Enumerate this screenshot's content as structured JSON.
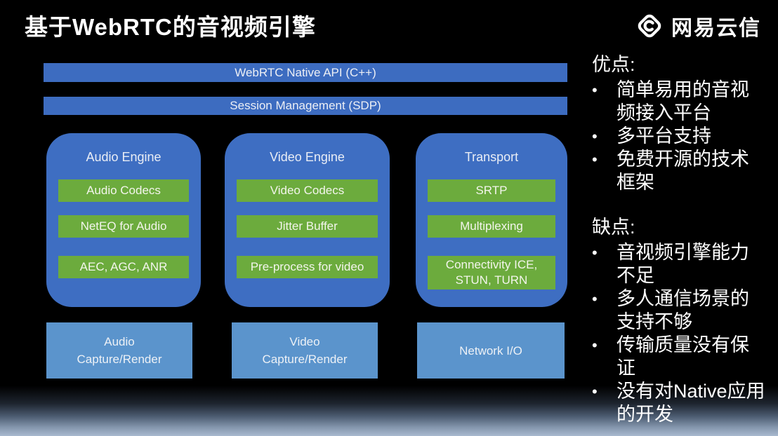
{
  "title": "基于WebRTC的音视频引擎",
  "logo": {
    "text": "网易云信",
    "icon": "netease-yunxin-logo-icon"
  },
  "bullet_char": "•",
  "diagram": {
    "top_bars": [
      {
        "label": "WebRTC Native API (C++)"
      },
      {
        "label": "Session Management (SDP)"
      }
    ],
    "engines": [
      {
        "title": "Audio Engine",
        "modules": [
          "Audio Codecs",
          "NetEQ for Audio",
          "AEC, AGC, ANR"
        ]
      },
      {
        "title": "Video Engine",
        "modules": [
          "Video Codecs",
          "Jitter Buffer",
          "Pre-process for video"
        ]
      },
      {
        "title": "Transport",
        "modules": [
          "SRTP",
          "Multiplexing",
          "Connectivity ICE, STUN, TURN"
        ]
      }
    ],
    "bottom_boxes": [
      "Audio Capture/Render",
      "Video Capture/Render",
      "Network I/O"
    ]
  },
  "pros": {
    "heading": "优点:",
    "items": [
      "简单易用的音视频接入平台",
      "多平台支持",
      "免费开源的技术框架"
    ]
  },
  "cons": {
    "heading": "缺点:",
    "items": [
      "音视频引擎能力不足",
      "多人通信场景的支持不够",
      "传输质量没有保证",
      "没有对Native应用的开发"
    ]
  },
  "colors": {
    "background": "#000000",
    "bar_blue": "#3d6cc0",
    "card_blue": "#3e6ec2",
    "module_green": "#6cab3d",
    "capture_blue": "#5b94cc",
    "bottom_gradient_end": "#a9b9cf",
    "text": "#ffffff"
  }
}
